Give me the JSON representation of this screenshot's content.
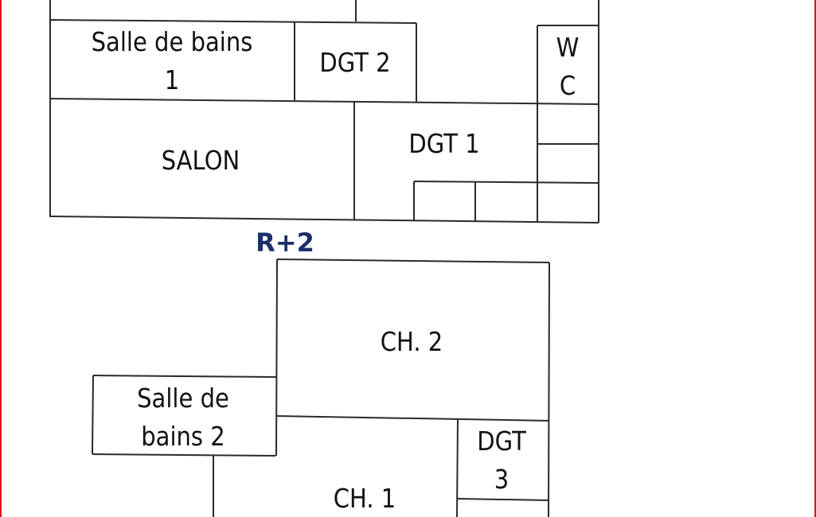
{
  "plan_upper": {
    "rooms": {
      "salle_de_bains_1": [
        "Salle de bains",
        "1"
      ],
      "dgt_2": "DGT 2",
      "wc": [
        "W",
        "C"
      ],
      "salon": "SALON",
      "dgt_1": "DGT 1"
    }
  },
  "level_label": "R+2",
  "plan_lower": {
    "rooms": {
      "ch_2": "CH. 2",
      "salle_de_bains_2": [
        "Salle de",
        "bains 2"
      ],
      "dgt_3": [
        "DGT",
        "3"
      ],
      "ch_1": "CH. 1"
    }
  },
  "colors": {
    "level_label": "#1b2f6b",
    "border": "#e0141e",
    "walls": "#2a2a2a"
  }
}
